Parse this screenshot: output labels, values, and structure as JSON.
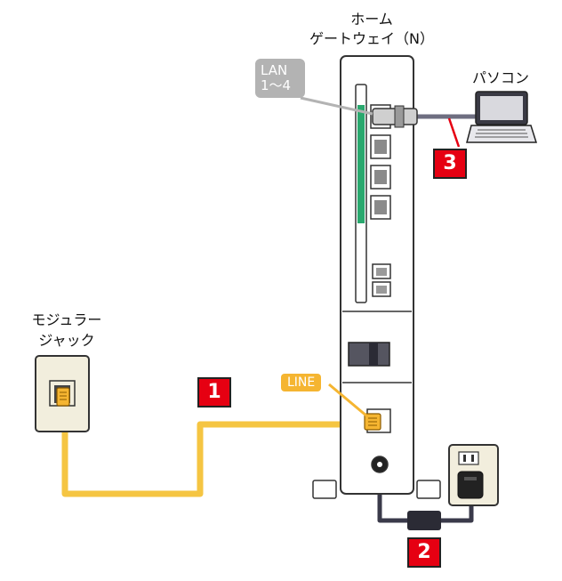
{
  "labels": {
    "gateway_line1": "ホーム",
    "gateway_line2": "ゲートウェイ（N）",
    "pc": "パソコン",
    "jack_line1": "モジュラー",
    "jack_line2": "ジャック",
    "lan_line1": "LAN",
    "lan_line2": "1～4",
    "line_port": "LINE"
  },
  "steps": [
    "1",
    "2",
    "3"
  ],
  "colors": {
    "phone_cable": "#f5c542",
    "lan_cable": "#6e6e80",
    "power_cable": "#3a3a4a",
    "port_led": "#2aa86e",
    "step_badge": "#e60012",
    "callout_gray": "#b3b3b3",
    "callout_orange": "#f5b531"
  }
}
